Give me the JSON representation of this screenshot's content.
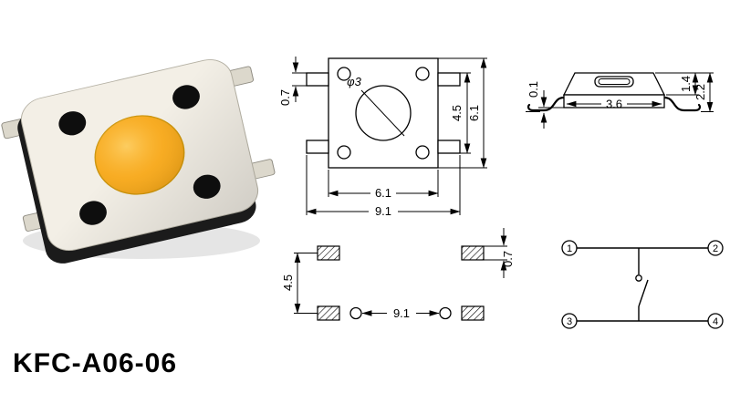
{
  "part_number": "KFC-A06-06",
  "colors": {
    "button": "#f6a81c",
    "body": "#f3efe6",
    "base": "#1b1b1b"
  },
  "top_view": {
    "lead_width": "0.7",
    "button_diameter": "φ3",
    "lead_span": "4.5",
    "body_height": "6.1",
    "body_width": "6.1",
    "overall_width": "9.1"
  },
  "side_view": {
    "upper_height": "1.4",
    "total_height": "2.2",
    "standoff": "0.1",
    "base_width": "3.6"
  },
  "footprint": {
    "pad_row_spacing": "4.5",
    "pad_height": "0.7",
    "pad_span": "9.1"
  },
  "circuit": {
    "pin1": "1",
    "pin2": "2",
    "pin3": "3",
    "pin4": "4"
  }
}
